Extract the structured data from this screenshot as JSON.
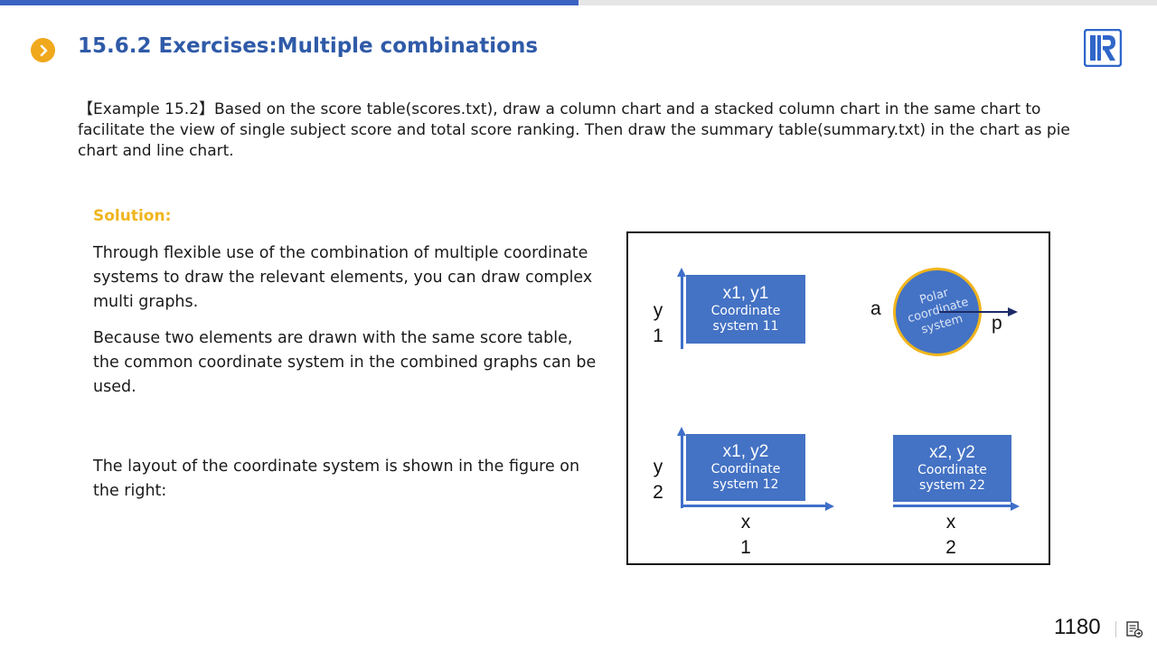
{
  "header": {
    "title": "15.6.2 Exercises:Multiple combinations",
    "progress": 0.5,
    "colors": {
      "accent": "#3a63c4",
      "bullet": "#f0a81c",
      "title": "#2f5aa8"
    },
    "bullet_icon": "chevron-right-icon",
    "logo_icon": "raqsoft-logo-icon"
  },
  "intro": {
    "text": "【Example 15.2】Based on the score table(scores.txt), draw a column chart and a stacked column chart in the same chart to facilitate the view of single subject score and total score ranking. Then draw the summary table(summary.txt) in the chart as pie chart and line chart."
  },
  "solution": {
    "label": "Solution:",
    "paragraphs": [
      "Through flexible use of the combination of multiple coordinate systems to draw the relevant elements, you can draw complex multi graphs.",
      "Because two elements are drawn with the same score table, the common coordinate system in the combined graphs can be used.",
      "The layout of the coordinate system is shown in the figure on the right:"
    ]
  },
  "figure": {
    "y1_label": [
      "y",
      "1"
    ],
    "y2_label": [
      "y",
      "2"
    ],
    "x1_label": [
      "x",
      "1"
    ],
    "x2_label": [
      "x",
      "2"
    ],
    "box11": {
      "head": "x1, y1",
      "sub": [
        "Coordinate",
        "system 11"
      ]
    },
    "box12": {
      "head": "x1, y2",
      "sub": [
        "Coordinate",
        "system 12"
      ]
    },
    "box22": {
      "head": "x2, y2",
      "sub": [
        "Coordinate",
        "system 22"
      ]
    },
    "polar": {
      "text": [
        "Polar",
        "coordinate",
        "system"
      ],
      "angle_label": "a",
      "radius_label": "p"
    }
  },
  "footer": {
    "page_number": "1180",
    "notes_icon": "notes-icon"
  }
}
